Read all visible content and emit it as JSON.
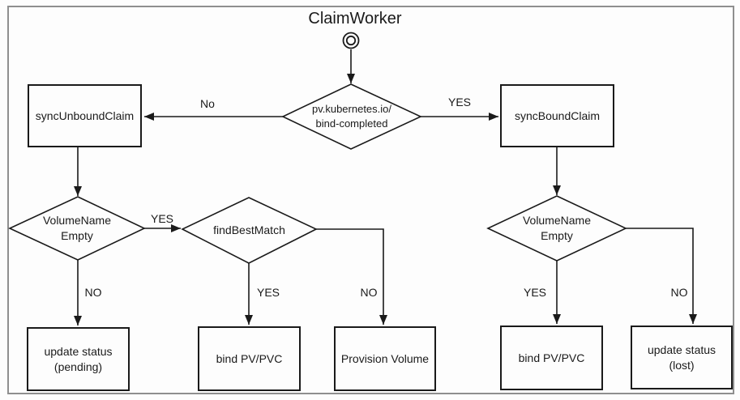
{
  "diagram": {
    "title": "ClaimWorker",
    "colors": {
      "node_line": "#1a1a1a",
      "frame_line": "#8f8f8f",
      "background": "#fdfdfd",
      "text": "#1a1a1a"
    },
    "nodes": {
      "start": {
        "type": "start",
        "lines": []
      },
      "bind_completed": {
        "type": "decision",
        "lines": [
          "pv.kubernetes.io/",
          "bind-completed"
        ]
      },
      "sync_unbound_claim": {
        "type": "process",
        "lines": [
          "syncUnboundClaim"
        ]
      },
      "sync_bound_claim": {
        "type": "process",
        "lines": [
          "syncBoundClaim"
        ]
      },
      "volume_name_empty_left": {
        "type": "decision",
        "lines": [
          "VolumeName",
          "Empty"
        ]
      },
      "find_best_match": {
        "type": "decision",
        "lines": [
          "findBestMatch"
        ]
      },
      "volume_name_empty_right": {
        "type": "decision",
        "lines": [
          "VolumeName",
          "Empty"
        ]
      },
      "update_status_pending": {
        "type": "process",
        "lines": [
          "update status",
          "(pending)"
        ]
      },
      "bind_pv_pvc_left": {
        "type": "process",
        "lines": [
          "bind PV/PVC"
        ]
      },
      "provision_volume": {
        "type": "process",
        "lines": [
          "Provision Volume"
        ]
      },
      "bind_pv_pvc_right": {
        "type": "process",
        "lines": [
          "bind PV/PVC"
        ]
      },
      "update_status_lost": {
        "type": "process",
        "lines": [
          "update status",
          "(lost)"
        ]
      }
    },
    "edges": {
      "start_to_bind_completed": {
        "from": "start",
        "to": "bind_completed",
        "label": ""
      },
      "bind_completed_no": {
        "from": "bind_completed",
        "to": "sync_unbound_claim",
        "label": "No"
      },
      "bind_completed_yes": {
        "from": "bind_completed",
        "to": "sync_bound_claim",
        "label": "YES"
      },
      "unbound_to_volume_check": {
        "from": "sync_unbound_claim",
        "to": "volume_name_empty_left",
        "label": ""
      },
      "bound_to_volume_check": {
        "from": "sync_bound_claim",
        "to": "volume_name_empty_right",
        "label": ""
      },
      "volume_left_yes": {
        "from": "volume_name_empty_left",
        "to": "find_best_match",
        "label": "YES"
      },
      "volume_left_no": {
        "from": "volume_name_empty_left",
        "to": "update_status_pending",
        "label": "NO"
      },
      "find_best_yes": {
        "from": "find_best_match",
        "to": "bind_pv_pvc_left",
        "label": "YES"
      },
      "find_best_no": {
        "from": "find_best_match",
        "to": "provision_volume",
        "label": "NO"
      },
      "volume_right_yes": {
        "from": "volume_name_empty_right",
        "to": "bind_pv_pvc_right",
        "label": "YES"
      },
      "volume_right_no": {
        "from": "volume_name_empty_right",
        "to": "update_status_lost",
        "label": "NO"
      }
    }
  }
}
